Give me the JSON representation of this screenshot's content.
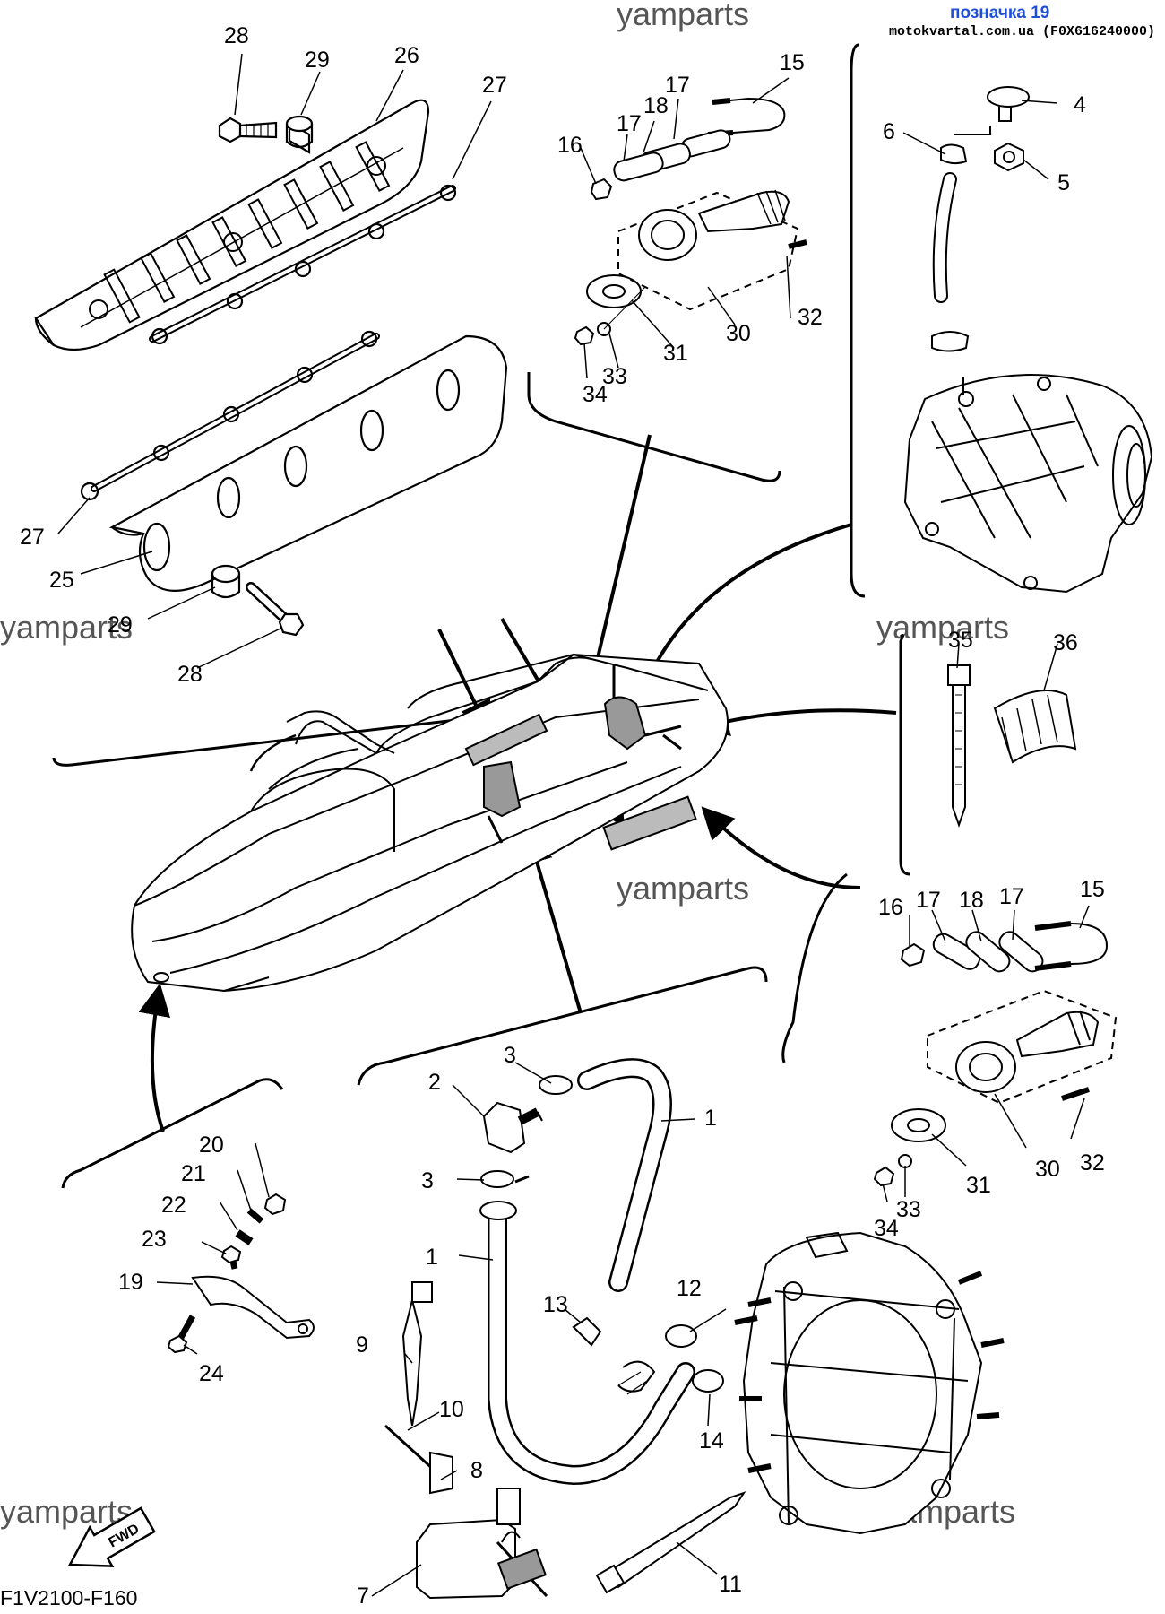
{
  "header": {
    "title": "позначка 19",
    "source": "motokvartal.com.ua (F0X616240000)"
  },
  "watermark": "yamparts",
  "footer_code": "F1V2100-F160",
  "fwd_label": "FWD",
  "callouts": {
    "c28a": "28",
    "c29a": "29",
    "c26": "26",
    "c27a": "27",
    "c27b": "27",
    "c25": "25",
    "c29b": "29",
    "c28b": "28",
    "c15a": "15",
    "c17a": "17",
    "c18a": "18",
    "c17b": "17",
    "c16a": "16",
    "c30a": "30",
    "c31a": "31",
    "c32a": "32",
    "c33a": "33",
    "c34a": "34",
    "c4": "4",
    "c5": "5",
    "c6": "6",
    "c35": "35",
    "c36": "36",
    "c16b": "16",
    "c17c": "17",
    "c18b": "18",
    "c17d": "17",
    "c15b": "15",
    "c30b": "30",
    "c31b": "31",
    "c32b": "32",
    "c33b": "33",
    "c34b": "34",
    "c1a": "1",
    "c1b": "1",
    "c2": "2",
    "c3a": "3",
    "c3b": "3",
    "c7": "7",
    "c8": "8",
    "c9": "9",
    "c10": "10",
    "c11": "11",
    "c12": "12",
    "c13": "13",
    "c14": "14",
    "c19": "19",
    "c20": "20",
    "c21": "21",
    "c22": "22",
    "c23": "23",
    "c24": "24"
  },
  "colors": {
    "ink": "#000000",
    "header": "#1f4fd8",
    "watermark": "#555555"
  }
}
